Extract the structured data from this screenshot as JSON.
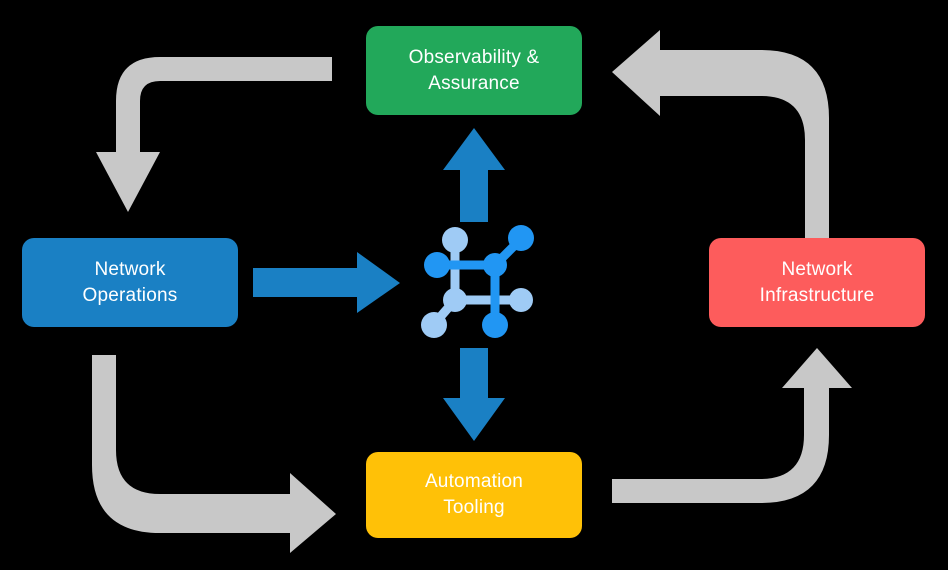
{
  "diagram": {
    "title": "Network automation cycle diagram",
    "background_color": "#000000",
    "center_icon": {
      "name": "network-topology-icon",
      "color_primary": "#2196f3",
      "color_secondary": "#9fcbf5"
    },
    "nodes": [
      {
        "id": "observability",
        "label": "Observability &\nAssurance",
        "color": "#22a85a",
        "position": "top"
      },
      {
        "id": "operations",
        "label": "Network\nOperations",
        "color": "#1a80c4",
        "position": "left"
      },
      {
        "id": "infrastructure",
        "label": "Network\nInfrastructure",
        "color": "#fd5c5c",
        "position": "right"
      },
      {
        "id": "automation",
        "label": "Automation\nTooling",
        "color": "#ffc107",
        "position": "bottom"
      }
    ],
    "connectors": [
      {
        "id": "operations-to-center",
        "name": "arrow-operations-to-center",
        "style": "straight",
        "direction": "right",
        "color": "#1a80c4"
      },
      {
        "id": "center-to-observability",
        "name": "arrow-center-to-observability",
        "style": "straight",
        "direction": "up",
        "color": "#1a80c4"
      },
      {
        "id": "center-to-automation",
        "name": "arrow-center-to-automation",
        "style": "straight",
        "direction": "down",
        "color": "#1a80c4"
      },
      {
        "id": "observability-to-operations",
        "name": "arrow-observability-to-operations",
        "style": "elbow",
        "direction": "down",
        "color": "#c8c8c8"
      },
      {
        "id": "infrastructure-to-observability",
        "name": "arrow-infrastructure-to-observability",
        "style": "elbow",
        "direction": "left",
        "color": "#c8c8c8"
      },
      {
        "id": "operations-to-automation",
        "name": "arrow-operations-to-automation",
        "style": "elbow",
        "direction": "right",
        "color": "#c8c8c8"
      },
      {
        "id": "automation-to-infrastructure",
        "name": "arrow-automation-to-infrastructure",
        "style": "elbow",
        "direction": "up",
        "color": "#c8c8c8"
      }
    ]
  }
}
